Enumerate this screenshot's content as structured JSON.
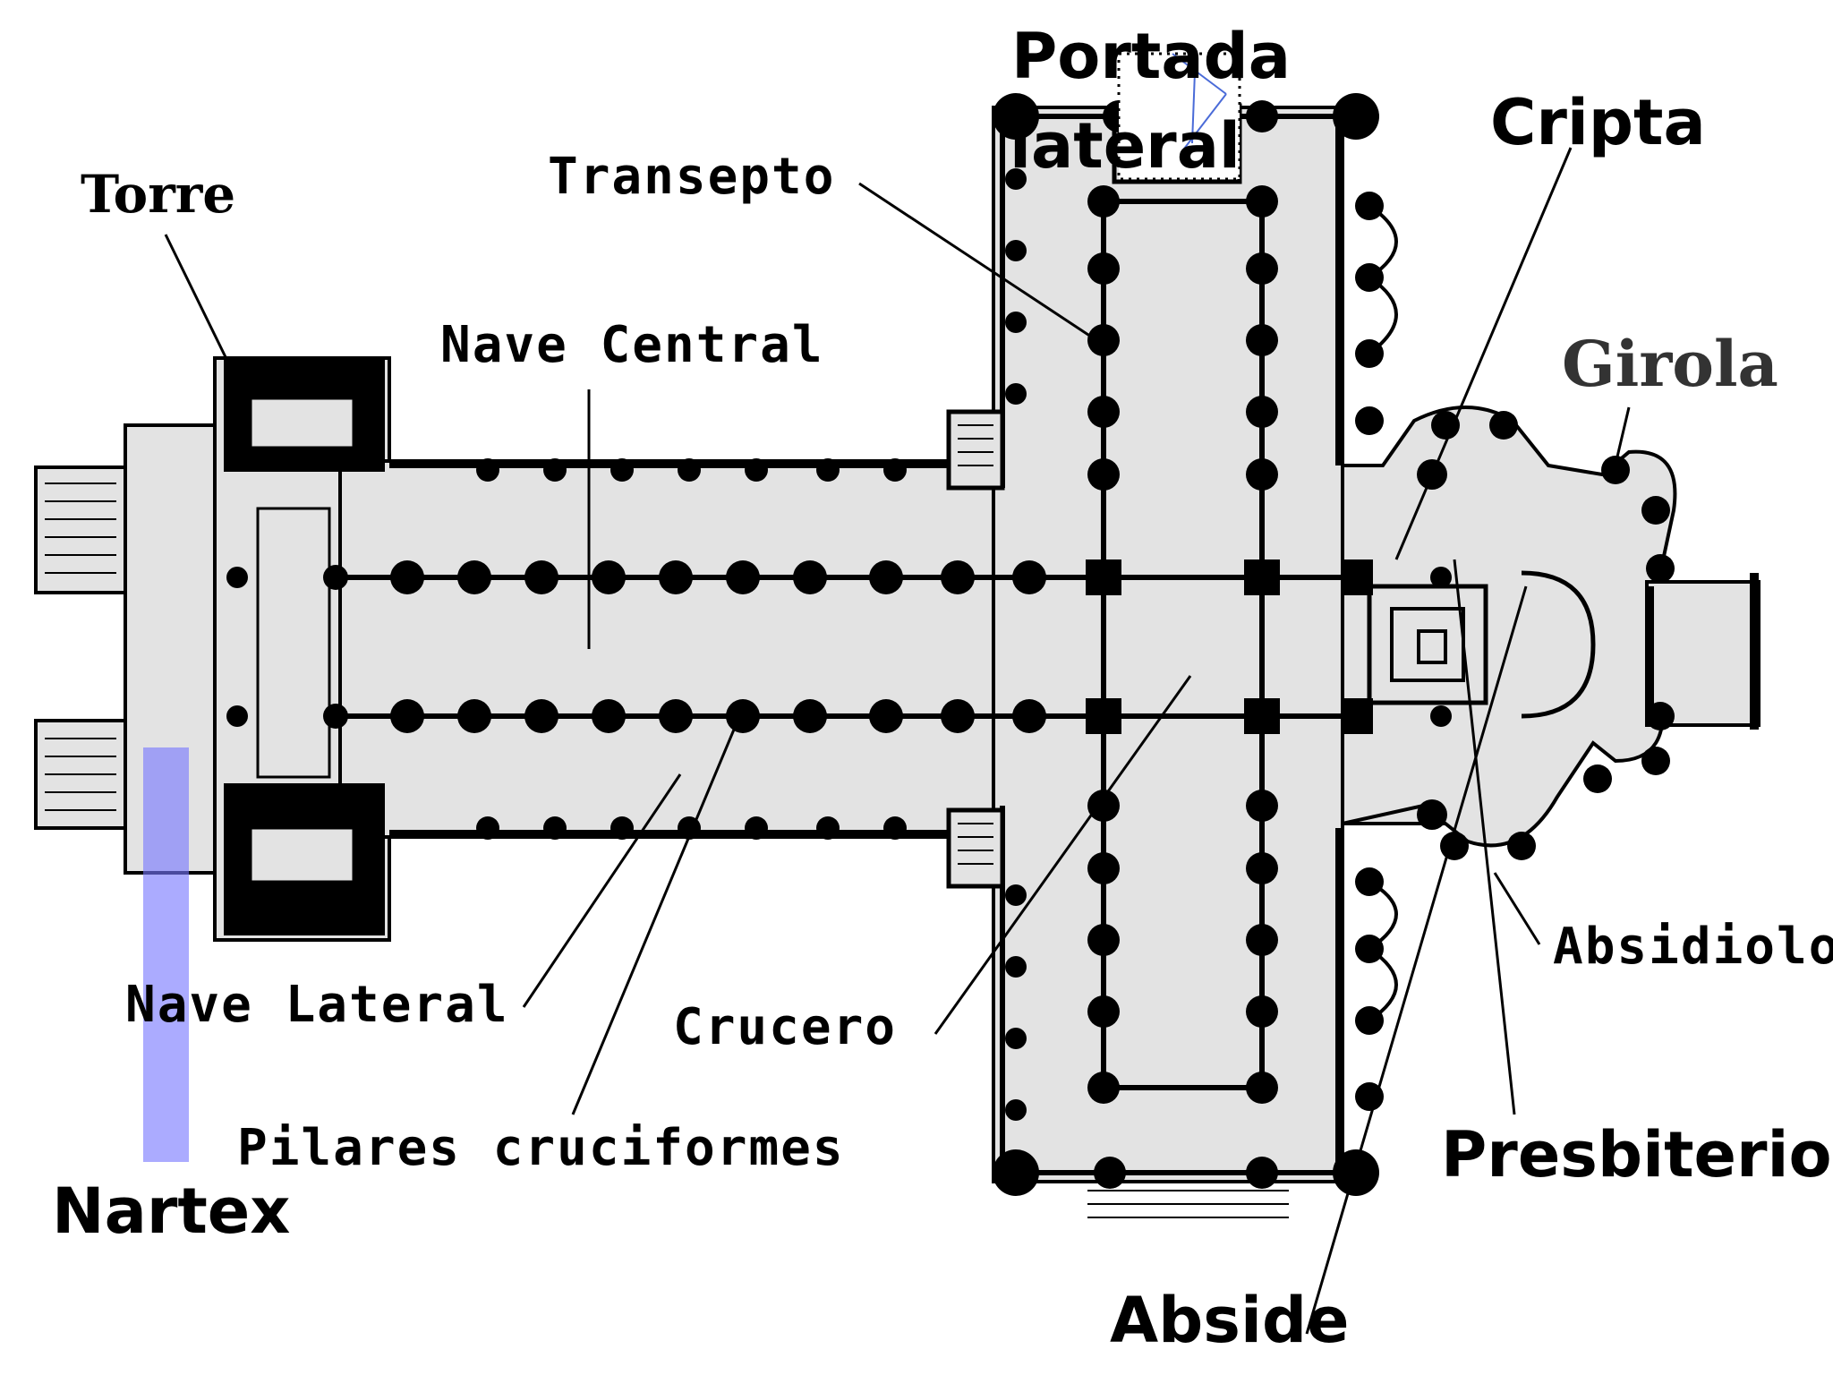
{
  "labels": {
    "portada_line1": "Portada",
    "portada_line2": "lateral",
    "cripta": "Cripta",
    "transepto": "Transepto",
    "torre": "Torre",
    "nave_central": "Nave Central",
    "girola": "Girola",
    "absidiolo": "Absidiolo",
    "nave_lateral": "Nave Lateral",
    "crucero": "Crucero",
    "pilares": "Pilares cruciformes",
    "presbiterio": "Presbiterio",
    "nartex": "Nartex",
    "abside": "Abside"
  },
  "colors": {
    "floor": "#e3e3e3",
    "wall": "#000000",
    "nartex_highlight": "#7878ff"
  }
}
